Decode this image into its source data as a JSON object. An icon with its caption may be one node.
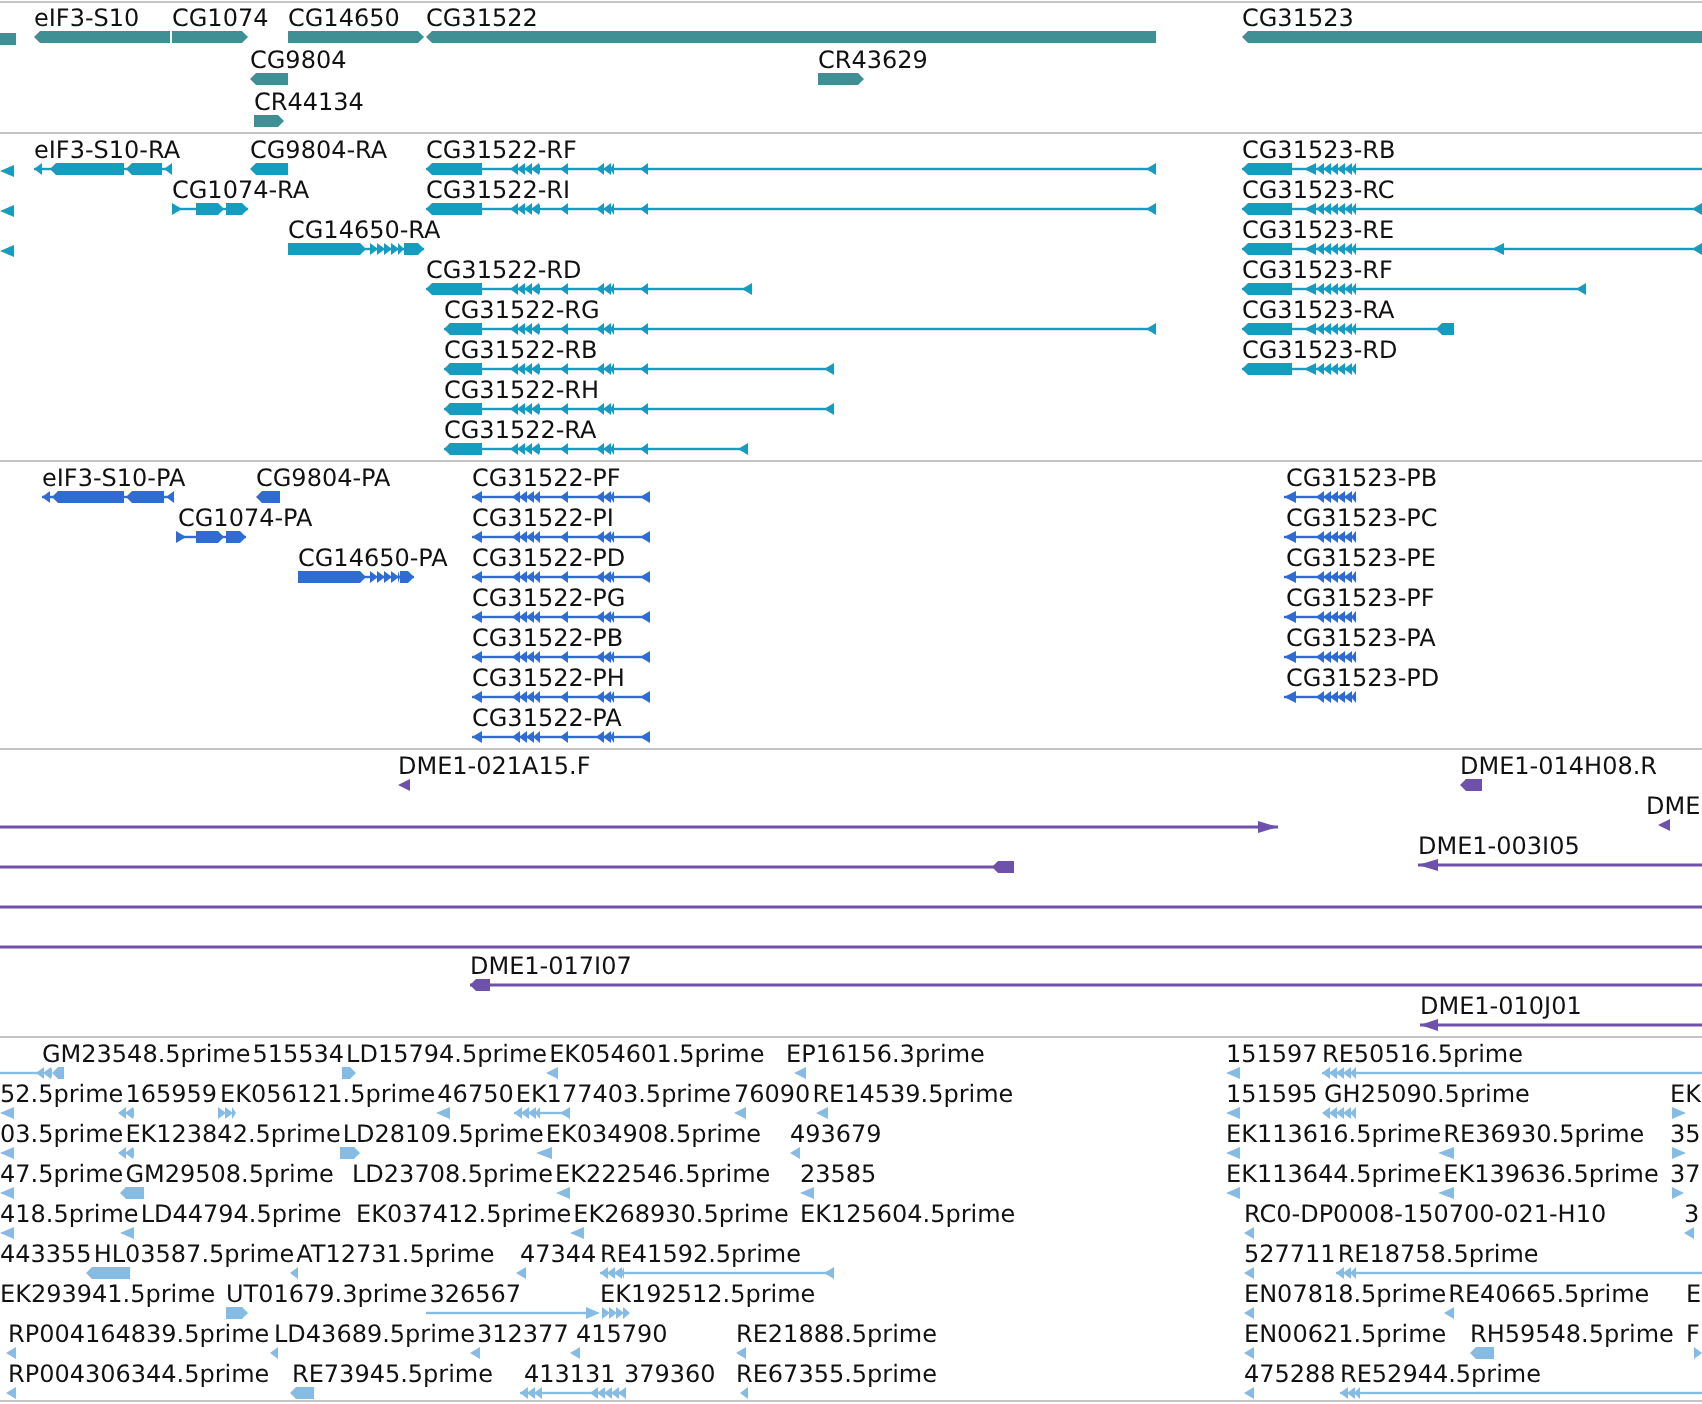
{
  "diagram": {
    "nodes": [
      {
        "text": [],
        "shape": "bar"
      },
      {
        "text": [
          "eIF3-S10"
        ]
      },
      {
        "text": [
          "CG1074"
        ]
      },
      {
        "text": [
          "CG14650"
        ]
      },
      {
        "text": [
          "CG31522"
        ]
      },
      {
        "text": [
          "CG31523"
        ]
      },
      {
        "text": [
          "CG9804"
        ]
      },
      {
        "text": [
          "CR43629"
        ]
      },
      {
        "text": [
          "CR44134"
        ]
      },
      {
        "text": [],
        "shape": "triangle"
      },
      {
        "text": [
          "eIF3-S10-RA"
        ]
      },
      {
        "text": [
          "CG9804-RA"
        ]
      },
      {
        "text": [
          "CG31522-RF"
        ]
      },
      {
        "text": [
          "CG31523-RB"
        ]
      },
      {
        "text": [],
        "shape": "triangle"
      },
      {
        "text": [
          "CG1074-RA"
        ]
      },
      {
        "text": [
          "CG31522-RI"
        ]
      },
      {
        "text": [
          "CG31523-RC"
        ]
      },
      {
        "text": [],
        "shape": "triangle"
      },
      {
        "text": [
          "CG14650-RA"
        ]
      },
      {
        "text": [
          "CG31523-RE"
        ]
      },
      {
        "text": [
          "CG31522-RD"
        ]
      },
      {
        "text": [
          "CG31523-RF"
        ]
      },
      {
        "text": [
          "CG31522-RG"
        ]
      },
      {
        "text": [
          "CG31523-RA"
        ]
      },
      {
        "text": [
          "CG31522-RB"
        ]
      },
      {
        "text": [
          "CG31523-RD"
        ]
      },
      {
        "text": [
          "CG31522-RH"
        ]
      },
      {
        "text": [
          "CG31522-RA"
        ]
      },
      {
        "text": [
          "eIF3-S10-PA"
        ]
      },
      {
        "text": [
          "CG9804-PA"
        ]
      },
      {
        "text": [
          "CG31522-PF"
        ]
      },
      {
        "text": [
          "CG31523-PB"
        ]
      },
      {
        "text": [
          "CG1074-PA"
        ]
      },
      {
        "text": [
          "CG31522-PI"
        ]
      },
      {
        "text": [
          "CG31523-PC"
        ]
      },
      {
        "text": [
          "CG14650-PA"
        ]
      },
      {
        "text": [
          "CG31522-PD"
        ]
      },
      {
        "text": [
          "CG31523-PE"
        ]
      },
      {
        "text": [
          "CG31522-PG"
        ]
      },
      {
        "text": [
          "CG31523-PF"
        ]
      },
      {
        "text": [
          "CG31522-PB"
        ]
      },
      {
        "text": [
          "CG31523-PA"
        ]
      },
      {
        "text": [
          "CG31522-PH"
        ]
      },
      {
        "text": [
          "CG31523-PD"
        ]
      },
      {
        "text": [
          "CG31522-PA"
        ]
      },
      {
        "text": [
          "DME1-021A15.F"
        ]
      },
      {
        "text": [
          "DME1-014H08.R"
        ]
      },
      {
        "text": [],
        "shape": "line"
      },
      {
        "text": [
          "DME"
        ]
      },
      {
        "text": [],
        "shape": "line"
      },
      {
        "text": [
          "DME1-003I05"
        ]
      },
      {
        "text": [],
        "shape": "line"
      },
      {
        "text": [],
        "shape": "line"
      },
      {
        "text": [
          "DME1-017I07"
        ]
      },
      {
        "text": [
          "DME1-010J01"
        ]
      },
      {
        "text": [
          "GM23548.5prime"
        ]
      },
      {
        "text": [
          "515534"
        ]
      },
      {
        "text": [
          "LD15794.5prime"
        ]
      },
      {
        "text": [
          "EK054601.5prime"
        ]
      },
      {
        "text": [
          "EP16156.3prime"
        ]
      },
      {
        "text": [
          "151597"
        ]
      },
      {
        "text": [
          "RE50516.5prime"
        ]
      },
      {
        "text": [
          "52.5prime"
        ]
      },
      {
        "text": [
          "165959"
        ]
      },
      {
        "text": [
          "EK056121.5prime"
        ]
      },
      {
        "text": [
          "46750"
        ]
      },
      {
        "text": [
          "EK177403.5prime"
        ]
      },
      {
        "text": [
          "76090"
        ]
      },
      {
        "text": [
          "RE14539.5prime"
        ]
      },
      {
        "text": [
          "151595"
        ]
      },
      {
        "text": [
          "GH25090.5prime"
        ]
      },
      {
        "text": [
          "EK"
        ]
      },
      {
        "text": [
          "03.5prime"
        ]
      },
      {
        "text": [
          "EK123842.5prime"
        ]
      },
      {
        "text": [
          "LD28109.5prime"
        ]
      },
      {
        "text": [
          "EK034908.5prime"
        ]
      },
      {
        "text": [
          "493679"
        ]
      },
      {
        "text": [
          "EK113616.5prime"
        ]
      },
      {
        "text": [
          "RE36930.5prime"
        ]
      },
      {
        "text": [
          "35"
        ]
      },
      {
        "text": [
          "47.5prime"
        ]
      },
      {
        "text": [
          "GM29508.5prime"
        ]
      },
      {
        "text": [
          "LD23708.5prime"
        ]
      },
      {
        "text": [
          "EK222546.5prime"
        ]
      },
      {
        "text": [
          "23585"
        ]
      },
      {
        "text": [
          "EK113644.5prime"
        ]
      },
      {
        "text": [
          "EK139636.5prime"
        ]
      },
      {
        "text": [
          "37"
        ]
      },
      {
        "text": [
          "418.5prime"
        ]
      },
      {
        "text": [
          "LD44794.5prime"
        ]
      },
      {
        "text": [
          "EK037412.5prime"
        ]
      },
      {
        "text": [
          "EK268930.5prime"
        ]
      },
      {
        "text": [
          "EK125604.5prime"
        ]
      },
      {
        "text": [
          "RC0-DP0008-150700-021-H10"
        ]
      },
      {
        "text": [
          "3"
        ]
      },
      {
        "text": [
          "443355"
        ]
      },
      {
        "text": [
          "HL03587.5prime"
        ]
      },
      {
        "text": [
          "AT12731.5prime"
        ]
      },
      {
        "text": [
          "47344"
        ]
      },
      {
        "text": [
          "RE41592.5prime"
        ]
      },
      {
        "text": [
          "527711"
        ]
      },
      {
        "text": [
          "RE18758.5prime"
        ]
      },
      {
        "text": [
          "EK293941.5prime"
        ]
      },
      {
        "text": [
          "UT01679.3prime"
        ]
      },
      {
        "text": [
          "326567"
        ]
      },
      {
        "text": [
          "EK192512.5prime"
        ]
      },
      {
        "text": [
          "EN07818.5prime"
        ]
      },
      {
        "text": [
          "RE40665.5prime"
        ]
      },
      {
        "text": [
          "E"
        ]
      },
      {
        "text": [
          "RP004164839.5prime"
        ]
      },
      {
        "text": [
          "LD43689.5prime"
        ]
      },
      {
        "text": [
          "312377"
        ]
      },
      {
        "text": [
          "415790"
        ]
      },
      {
        "text": [
          "RE21888.5prime"
        ]
      },
      {
        "text": [
          "EN00621.5prime"
        ]
      },
      {
        "text": [
          "RH59548.5prime"
        ]
      },
      {
        "text": [
          "F"
        ]
      },
      {
        "text": [
          "RP004306344.5prime"
        ]
      },
      {
        "text": [
          "RE73945.5prime"
        ]
      },
      {
        "text": [
          "413131"
        ]
      },
      {
        "text": [
          "379360"
        ]
      },
      {
        "text": [
          "RE67355.5prime"
        ]
      },
      {
        "text": [
          "475288"
        ]
      },
      {
        "text": [
          "RE52944.5prime"
        ]
      }
    ]
  }
}
